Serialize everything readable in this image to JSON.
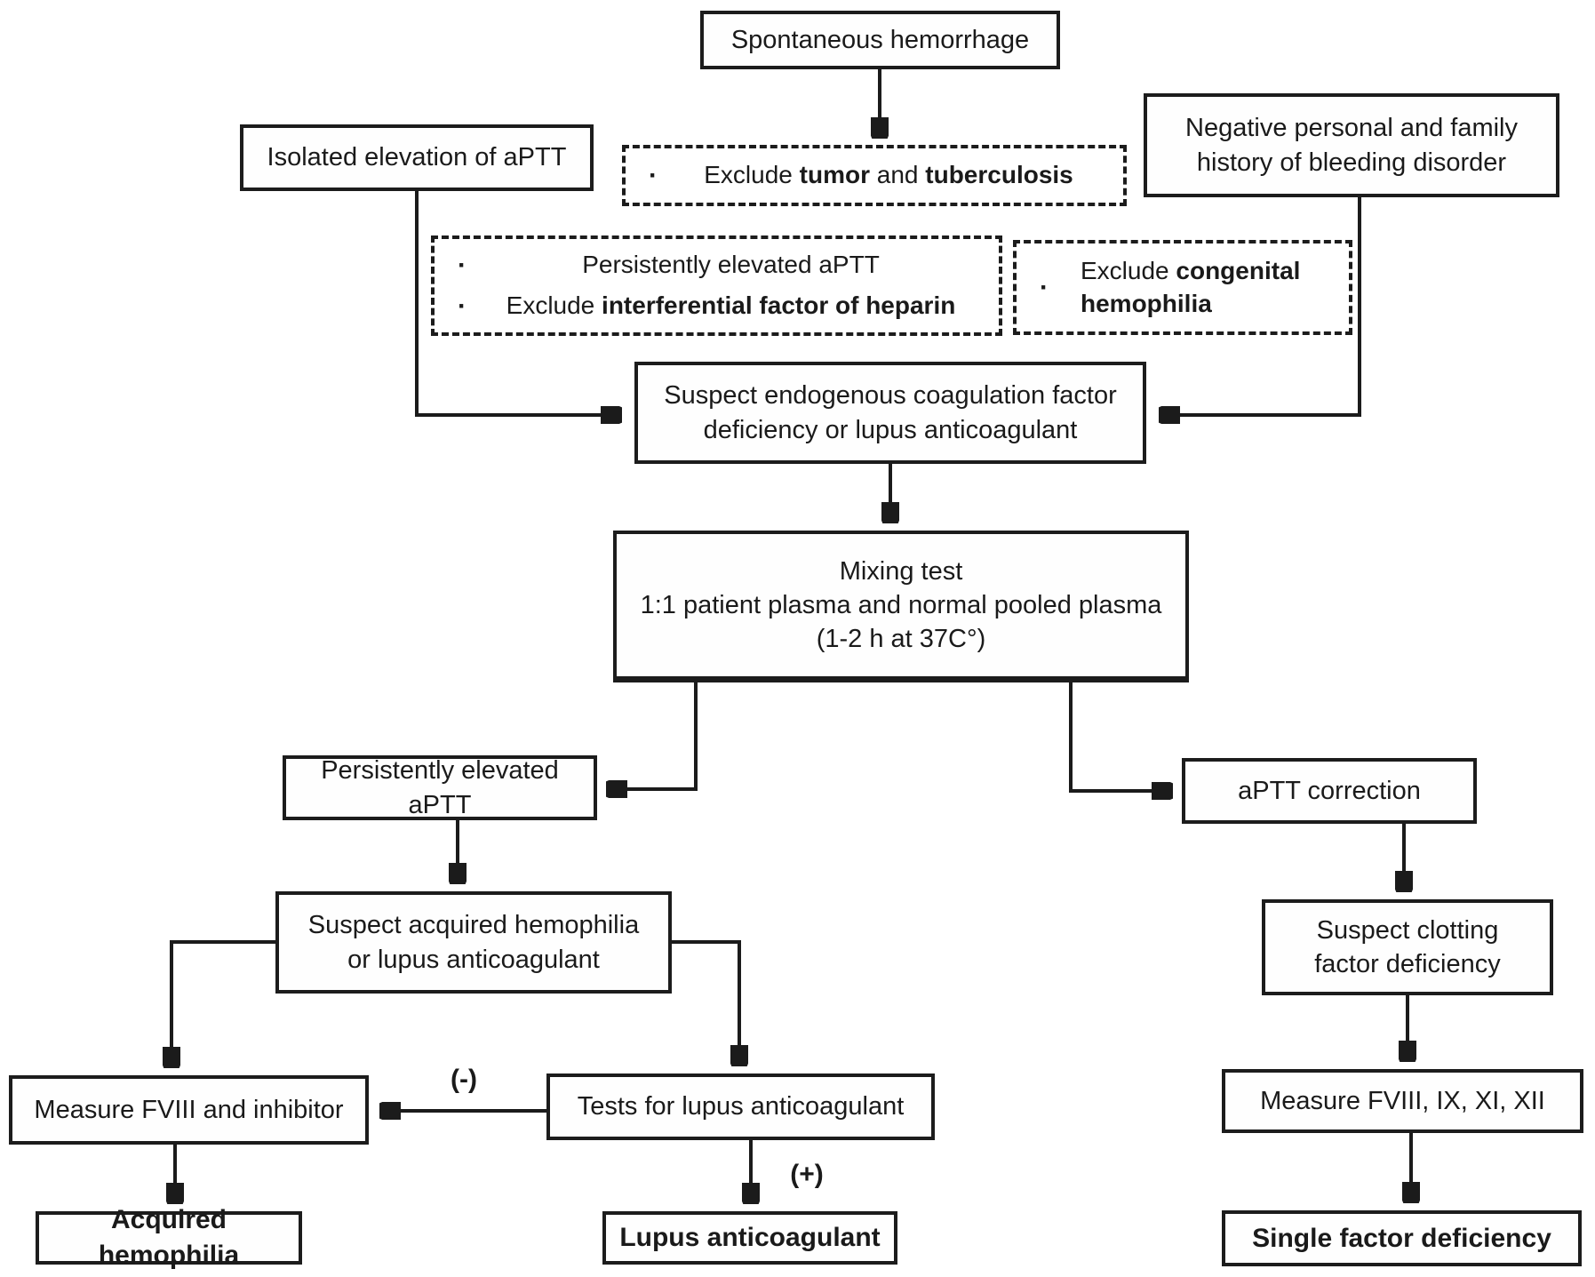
{
  "glyphs": {
    "bullet": "·"
  },
  "colors": {
    "line": "#1b1b1b",
    "text": "#1a1a1a",
    "background": "#ffffff"
  },
  "nodes": {
    "spontaneous_hemorrhage": {
      "label": "Spontaneous hemorrhage"
    },
    "isolated_aptt": {
      "label": "Isolated elevation of aPTT"
    },
    "exclude_tumor": {
      "pre": "Exclude ",
      "bold1": "tumor",
      "mid": " and ",
      "bold2": "tuberculosis"
    },
    "negative_history": {
      "line1": "Negative personal and family",
      "line2": "history of bleeding disorder"
    },
    "persistent_exclude": {
      "item1": "Persistently elevated aPTT",
      "item2_pre": "Exclude ",
      "item2_bold": "interferential factor of heparin"
    },
    "exclude_congenital": {
      "pre": "Exclude ",
      "bold": "congenital hemophilia"
    },
    "suspect_endogenous": {
      "line1": "Suspect endogenous coagulation factor",
      "line2": "deficiency or lupus anticoagulant"
    },
    "mixing_test": {
      "line1": "Mixing test",
      "line2": "1:1 patient plasma and normal pooled plasma",
      "line3": "(1-2 h at 37C°)"
    },
    "persistently_elevated": {
      "label": "Persistently elevated aPTT"
    },
    "aptt_correction": {
      "label": "aPTT correction"
    },
    "suspect_acquired": {
      "line1": "Suspect acquired hemophilia",
      "line2": "or lupus anticoagulant"
    },
    "suspect_clotting": {
      "line1": "Suspect clotting",
      "line2": "factor deficiency"
    },
    "measure_fviii_inhibitor": {
      "label": "Measure FVIII and inhibitor"
    },
    "tests_lupus": {
      "label": "Tests for lupus anticoagulant"
    },
    "measure_factors": {
      "label": "Measure FVIII, IX, XI, XII"
    },
    "acquired_hemophilia": {
      "label": "Acquired hemophilia"
    },
    "lupus_anticoagulant": {
      "label": "Lupus anticoagulant"
    },
    "single_factor": {
      "label": "Single factor deficiency"
    }
  },
  "edge_labels": {
    "negative": "(-)",
    "positive": "(+)"
  }
}
